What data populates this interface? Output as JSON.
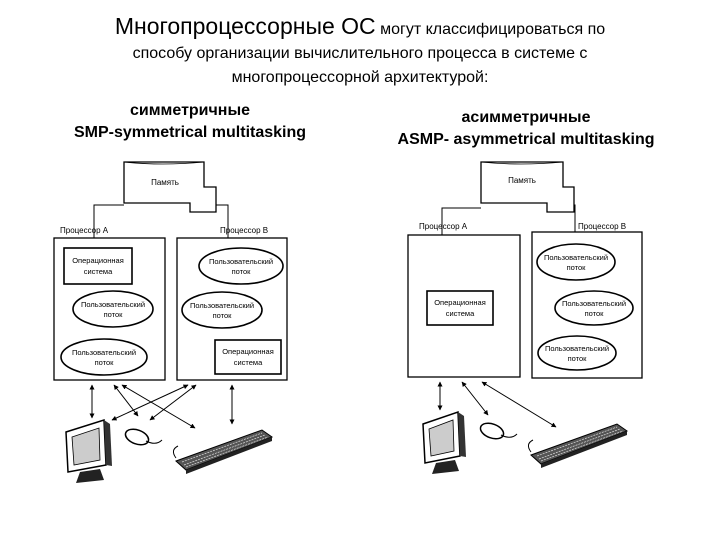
{
  "title": {
    "main": "Многопроцессорные ОС",
    "rest_line1": " могут классифицироваться по",
    "rest_line2": "способу организации вычислительного процесса в системе с",
    "rest_line3": "многопроцессорной архитектурой:"
  },
  "smp": {
    "heading": "симметричные",
    "subheading": "SMP-symmetrical multitasking",
    "memory": "Память",
    "proc_a": "Процессор А",
    "proc_b": "Процессор В",
    "a_os_line1": "Операционная",
    "a_os_line2": "система",
    "a_user1_line1": "Пользовательский",
    "a_user1_line2": "поток",
    "a_user2_line1": "Пользовательский",
    "a_user2_line2": "поток",
    "b_user1_line1": "Пользовательский",
    "b_user1_line2": "поток",
    "b_user2_line1": "Пользовательский",
    "b_user2_line2": "поток",
    "b_os_line1": "Операционная",
    "b_os_line2": "система"
  },
  "asmp": {
    "heading": "асимметричные",
    "subheading": "ASMP- asymmetrical multitasking",
    "memory": "Память",
    "proc_a": "Процессор А",
    "proc_b": "Процессор В",
    "a_os_line1": "Операционная",
    "a_os_line2": "система",
    "b_user1_line1": "Пользовательский",
    "b_user1_line2": "поток",
    "b_user2_line1": "Пользовательский",
    "b_user2_line2": "поток",
    "b_user3_line1": "Пользовательский",
    "b_user3_line2": "поток"
  }
}
